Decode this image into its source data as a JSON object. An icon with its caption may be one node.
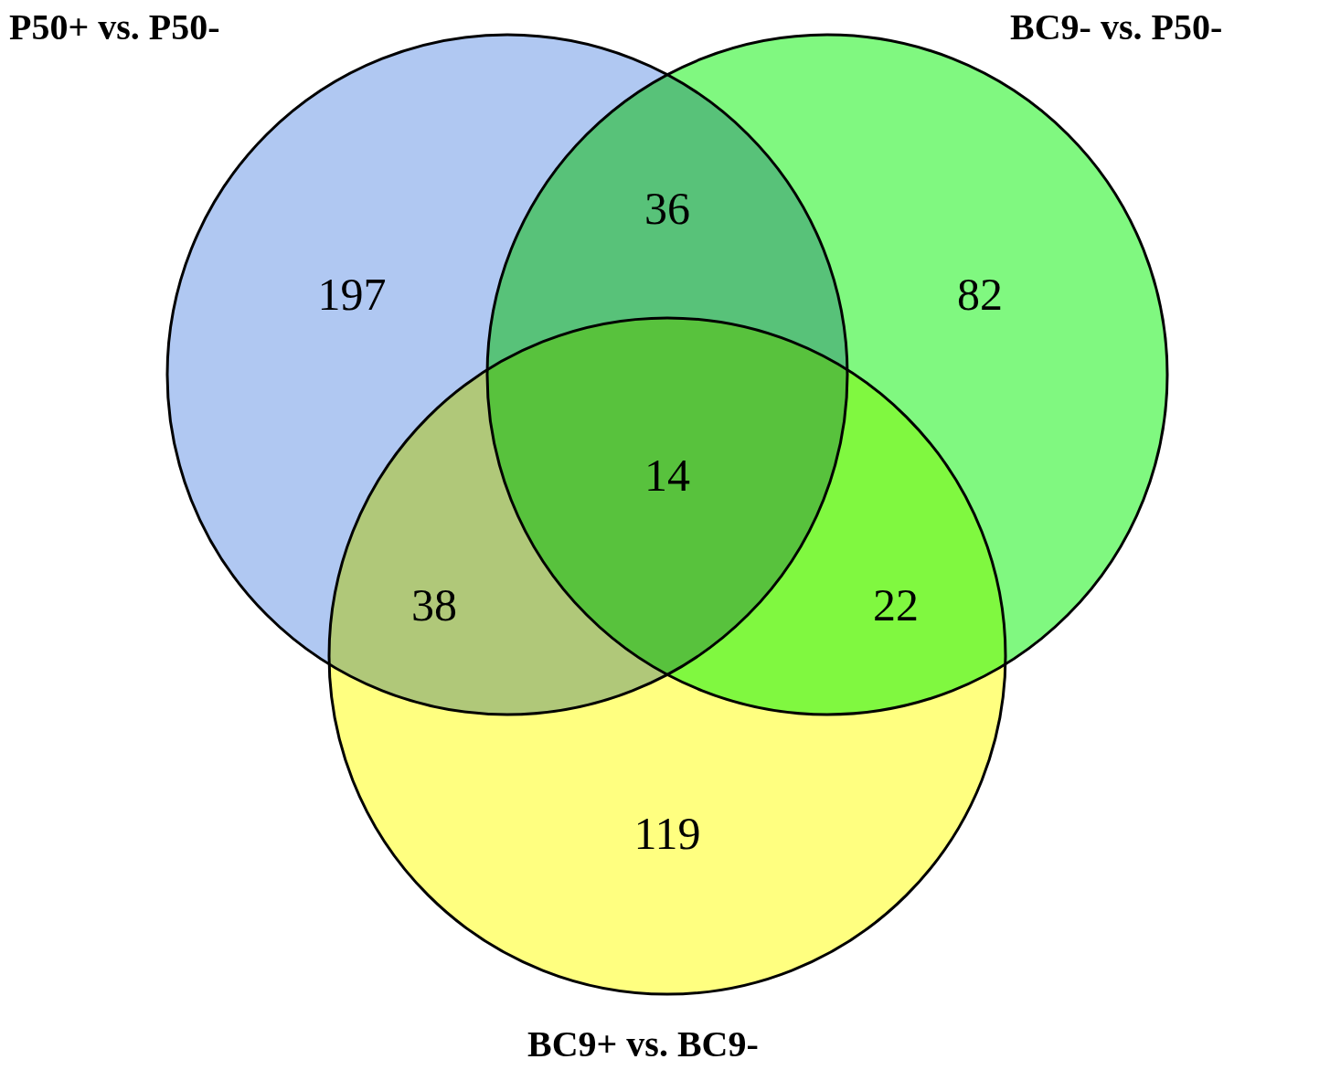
{
  "diagram": {
    "nodes": [
      {
        "text": [
          "P50+ vs. P50-"
        ]
      },
      {
        "text": [
          "BC9- vs. P50-"
        ]
      },
      {
        "text": [
          "BC9+ vs. BC9-"
        ]
      }
    ],
    "edges": [],
    "labels": [
      "36",
      "197",
      "82",
      "14",
      "38",
      "22",
      "119"
    ]
  }
}
